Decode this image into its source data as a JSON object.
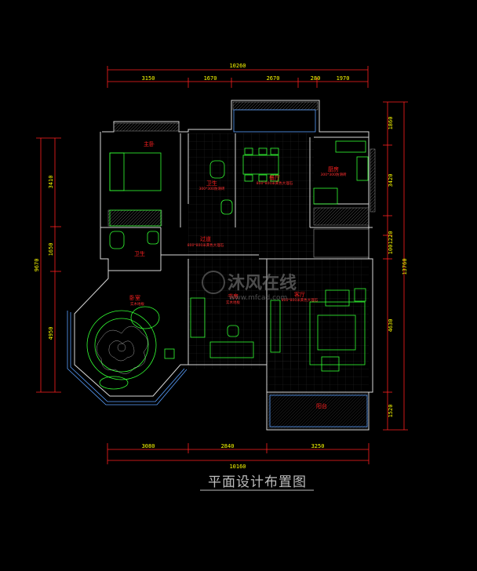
{
  "title": "平面设计布置图",
  "watermark": {
    "text": "沐风在线",
    "sub": "www.mfcad.com"
  },
  "dims_top": {
    "total": "10260",
    "segments": [
      "3150",
      "1670",
      "2670",
      "280",
      "1970"
    ]
  },
  "dims_bottom": {
    "total": "10160",
    "segments": [
      "3080",
      "2840",
      "3250"
    ]
  },
  "dims_left": {
    "total": "9670",
    "segments": [
      "3410",
      "1650",
      "4950"
    ]
  },
  "dims_right": {
    "total": "13760",
    "segments": [
      "1860",
      "3420",
      "1220",
      "100",
      "4630",
      "1520"
    ]
  },
  "rooms": [
    {
      "id": "bedroom1",
      "label": "主卧",
      "sub": ""
    },
    {
      "id": "bath1",
      "label": "卫生",
      "sub": "300*300防滑砖"
    },
    {
      "id": "dining",
      "label": "餐厅",
      "sub": "800*800米黄色大理石"
    },
    {
      "id": "kitchen",
      "label": "厨房",
      "sub": "300*300防滑砖"
    },
    {
      "id": "hall",
      "label": "过道",
      "sub": "800*800米黄色大理石"
    },
    {
      "id": "bath2",
      "label": "卫生",
      "sub": ""
    },
    {
      "id": "bedroom2",
      "label": "卧室",
      "sub": "实木地板"
    },
    {
      "id": "study",
      "label": "书房",
      "sub": "实木地板"
    },
    {
      "id": "living",
      "label": "客厅",
      "sub": "800*800米黄色大理石"
    },
    {
      "id": "balcony",
      "label": "阳台",
      "sub": ""
    }
  ]
}
